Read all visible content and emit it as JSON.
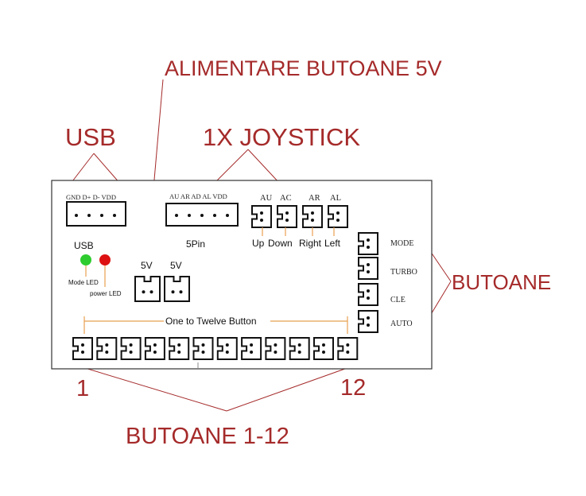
{
  "callouts": {
    "power": "ALIMENTARE BUTOANE 5V",
    "usb": "USB",
    "joystick": "1X JOYSTICK",
    "buttons_side": "BUTOANE",
    "buttons_row": "BUTOANE 1-12",
    "first_index": "1",
    "last_index": "12"
  },
  "board": {
    "usb_pins": "GND D+ D- VDD",
    "usb_label": "USB",
    "fivepin_pins": "AU AR AD AL VDD",
    "fivepin_label": "5Pin",
    "mode_led": "Mode LED",
    "power_led": "power LED",
    "led_colors": {
      "mode": "#2ecc2e",
      "power": "#dd1111"
    },
    "power_connectors": [
      "5V",
      "5V"
    ],
    "joystick_pins": [
      "AU",
      "AC",
      "AR",
      "AL"
    ],
    "joystick_dirs": [
      "Up",
      "Down",
      "Right",
      "Left"
    ],
    "side_buttons": [
      "MODE",
      "TURBO",
      "CLE",
      "AUTO"
    ],
    "button_row_label": "One to Twelve Button",
    "button_count": 12
  },
  "colors": {
    "callout": "#a52a2a",
    "board_line": "#111111",
    "bracket": "#e8a050"
  }
}
